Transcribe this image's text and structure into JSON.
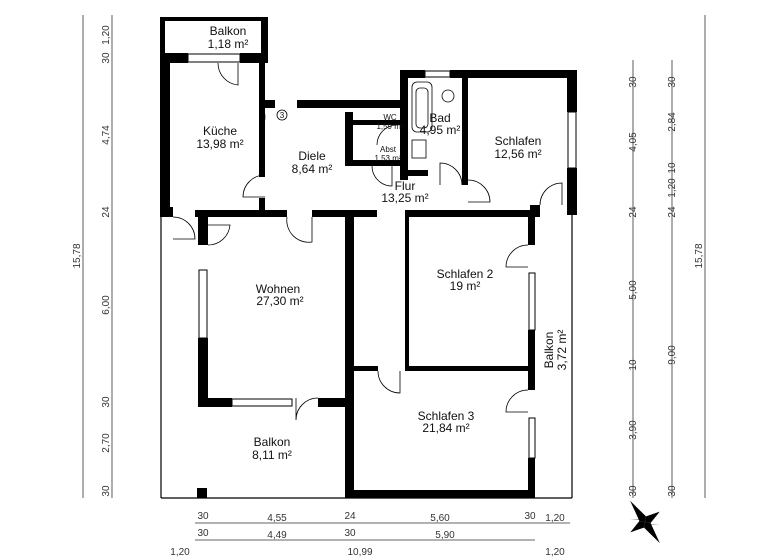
{
  "rooms": {
    "balkon_top": {
      "name": "Balkon",
      "area": "1,18 m²"
    },
    "kueche": {
      "name": "Küche",
      "area": "13,98 m²"
    },
    "diele": {
      "name": "Diele",
      "area": "8,64 m²"
    },
    "wc": {
      "name": "WC",
      "area": "1,59 m²"
    },
    "abst": {
      "name": "Abst",
      "area": "1,53 m²"
    },
    "bad": {
      "name": "Bad",
      "area": "4,95 m²"
    },
    "schlafen": {
      "name": "Schlafen",
      "area": "12,56 m²"
    },
    "flur": {
      "name": "Flur",
      "area": "13,25 m²"
    },
    "wohnen": {
      "name": "Wohnen",
      "area": "27,30 m²"
    },
    "schlafen2": {
      "name": "Schlafen 2",
      "area": "19 m²"
    },
    "balkon_right": {
      "name": "Balkon",
      "area": "3,72 m²"
    },
    "schlafen3": {
      "name": "Schlafen 3",
      "area": "21,84 m²"
    },
    "balkon_bottom": {
      "name": "Balkon",
      "area": "8,11 m²"
    }
  },
  "marker": "3",
  "dimensions": {
    "left_total": "15,78",
    "left_chain": [
      "1,20",
      "30",
      "4,74",
      "24",
      "6,00",
      "30",
      "2,70",
      "30"
    ],
    "right_chain_1": [
      "30",
      "4,05",
      "24",
      "5,00",
      "10",
      "3,90",
      "30"
    ],
    "right_chain_2": [
      "30",
      "2,84",
      "10",
      "1,20",
      "24",
      "9,00",
      "30"
    ],
    "right_total": "15,78",
    "bottom_chain_1": [
      "30",
      "4,55",
      "24",
      "5,60",
      "30",
      "1,20"
    ],
    "bottom_chain_2": [
      "30",
      "4,49",
      "30",
      "5,90"
    ],
    "bottom_chain_3": [
      "1,20",
      "10,99",
      "1,20"
    ]
  },
  "icons": {
    "compass": "compass-rose-icon"
  }
}
